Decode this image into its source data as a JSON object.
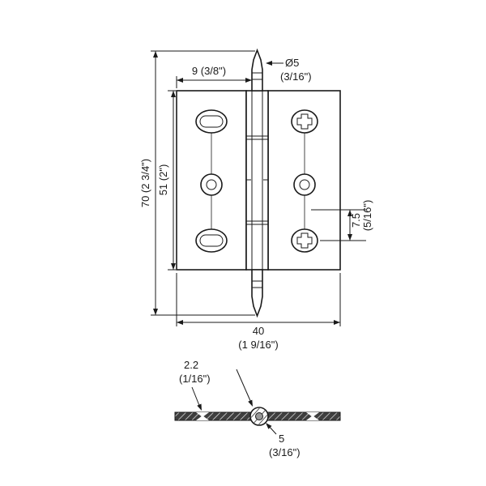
{
  "drawing": {
    "subject": "butt-hinge-dimension-drawing"
  },
  "labels": {
    "offset_width": "9 (3/8\")",
    "pin_dia_1": "Ø5",
    "pin_dia_2": "(3/16\")",
    "total_height": "70 (2 3/4\")",
    "leaf_height": "51 (2\")",
    "hole_offset_1": "7.5",
    "hole_offset_2": "(5/16\")",
    "total_width_1": "40",
    "total_width_2": "(1 9/16\")",
    "thickness_1": "2.2",
    "thickness_2": "(1/16\")",
    "barrel_dia_1": "5",
    "barrel_dia_2": "(3/16\")"
  },
  "colors": {
    "line": "#1a1a1a",
    "background": "#ffffff",
    "section_fill": "#3f3f3f"
  }
}
